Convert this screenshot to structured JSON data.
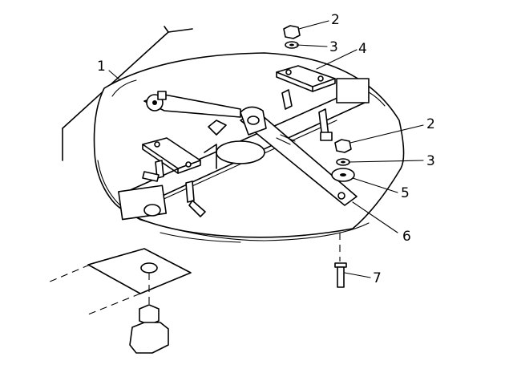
{
  "diagram": {
    "callouts": [
      {
        "id": "c1",
        "label": "1"
      },
      {
        "id": "c2a",
        "label": "2"
      },
      {
        "id": "c3a",
        "label": "3"
      },
      {
        "id": "c4",
        "label": "4"
      },
      {
        "id": "c2b",
        "label": "2"
      },
      {
        "id": "c3b",
        "label": "3"
      },
      {
        "id": "c5",
        "label": "5"
      },
      {
        "id": "c6",
        "label": "6"
      },
      {
        "id": "c7",
        "label": "7"
      }
    ]
  }
}
